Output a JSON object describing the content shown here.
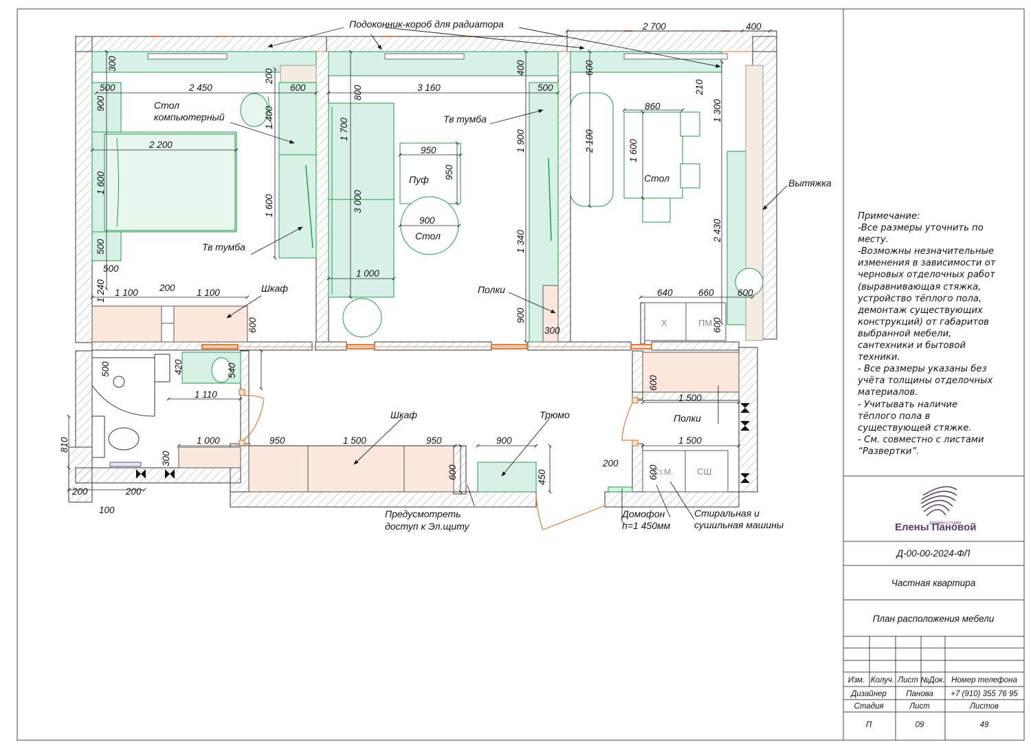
{
  "colors": {
    "wall_hatch": "#9a9a9a",
    "dimension_line": "#222222",
    "furniture_green_fill": "#d8f1e6",
    "furniture_green_stroke": "#1f9a4a",
    "cabinet_fill": "#fbe7dc",
    "window_marker": "#e07b39",
    "door_arc": "#e07b39",
    "logo_purple": "#5b3a6e"
  },
  "labels": {
    "radiator_sill": "Подоконник-короб для радиатора",
    "computer_desk_line1": "Стол",
    "computer_desk_line2": "компьютерный",
    "tv_stand_left": "Тв тумба",
    "tv_stand_center": "Тв тумба",
    "wardrobe_bedroom": "Шкаф",
    "pouf": "Пуф",
    "table_round": "Стол",
    "shelves_living": "Полки",
    "table_kitchen": "Стол",
    "hood": "Вытяжка",
    "wardrobe_hall": "Шкаф",
    "trumo": "Трюмо",
    "shelves_hall": "Полки",
    "el_panel_line1": "Предусмотреть",
    "el_panel_line2": "доступ к Эл.щиту",
    "intercom_line1": "Домофон",
    "intercom_line2": "h=1 450мм",
    "washer_line1": "Стиральная и",
    "washer_line2": "сушильная машины",
    "fridge_mark": "Х",
    "dishwasher_mark": "ПМ",
    "washer_mark": "Ст.М.",
    "dryer_mark": "СШ"
  },
  "dimensions": {
    "top_2700": "2 700",
    "top_400": "400",
    "d300_bed": "300",
    "d500_a": "500",
    "d2450": "2 450",
    "d200_top": "200",
    "d600_top": "600",
    "d900_left": "900",
    "d1400": "1 400",
    "d2200": "2 200",
    "d1600_bed": "1 600",
    "d1600_tv": "1 600",
    "d500_b": "500",
    "d500_c": "500",
    "d1240": "1 240",
    "d1100_a": "1 100",
    "d200_mid": "200",
    "d1100_b": "1 100",
    "d600_wardrobe": "600",
    "d800": "800",
    "d3160": "3 160",
    "d400_mid": "400",
    "d500_tv": "500",
    "d1700": "1 700",
    "d950_w": "950",
    "d950_h": "950",
    "d3000": "3 000",
    "d900_round": "900",
    "d1900": "1 900",
    "d1340": "1 340",
    "d1000_sofa": "1 000",
    "d900_shelves": "900",
    "d300_shelves": "300",
    "d600_kit": "600",
    "d210": "210",
    "d1300": "1 300",
    "d860": "860",
    "d2100": "2 100",
    "d1600_kit": "1 600",
    "d2430": "2 430",
    "d640": "640",
    "d660": "660",
    "d600_kit_r": "600",
    "d600_kit_v": "600",
    "d500_bath": "500",
    "d420": "420",
    "d540": "540",
    "d1110": "1 110",
    "d810": "810",
    "d1000_hall": "1 000",
    "d950_hall_a": "950",
    "d1500_hall": "1 500",
    "d950_hall_b": "950",
    "d900_trumo": "900",
    "d600_hall": "600",
    "d450": "450",
    "d300_wc": "300",
    "d200_wc_a": "200",
    "d200_wc_b": "200",
    "d100_wc": "100",
    "d600_shelf_r": "600",
    "d1500_shelf_a": "1 500",
    "d1500_shelf_b": "1 500",
    "d600_wash": "600",
    "d200_intercom": "200"
  },
  "note": {
    "text": "Примечание:\n-Все размеры уточнить по\nместу.\n-Возможны незначительные\nизменения в зависимости от\nчерновых отделочных работ\n(выравнивающая стяжка,\nустройство тёплого пола,\nдемонтаж существующих\nконструкций) от габаритов\nвыбранной мебели,\nсантехники и бытовой\nтехники.\n- Все размеры указаны без\nучёта толщины отделочных\nматериалов.\n- Учитывать наличие\nтёплого пола в\nсуществующей стяжке.\n- См. совместно с листами\n“Развертки”."
  },
  "title_block": {
    "logo_small": "ДИЗАЙН-СТУДИЯ",
    "logo_name": "Елены Пановой",
    "code": "Д-00-00-2024-ФЛ",
    "object": "Частная квартира",
    "sheet_title": "План расположения мебели",
    "headers": [
      "Изм.",
      "Колуч.",
      "Лист",
      "№Док.",
      "Номер телефона"
    ],
    "designer_label": "Дизайнер",
    "designer_name": "Панова",
    "phone": "+7 (910) 355 76 95",
    "stage_label": "Стадия",
    "sheet_label": "Лист",
    "sheets_label": "Листов",
    "stage_value": "П",
    "sheet_value": "09",
    "sheets_value": "49"
  }
}
